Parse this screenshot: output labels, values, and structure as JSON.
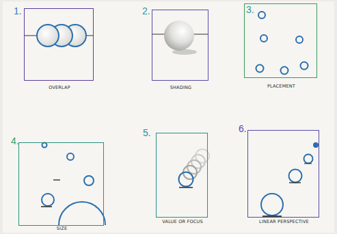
{
  "diagram": {
    "nodes": [
      {
        "text": [
          "1.",
          "OVERLAP"
        ]
      },
      {
        "text": [
          "2.",
          "SHADING"
        ]
      },
      {
        "text": [
          "3.",
          "PLACEMENT"
        ]
      },
      {
        "text": [
          "4.",
          "SIZE"
        ]
      },
      {
        "text": [
          "5.",
          "VALUE OR FOCUS"
        ]
      },
      {
        "text": [
          "6.",
          "LINEAR PERSPECTIVE"
        ]
      }
    ]
  }
}
